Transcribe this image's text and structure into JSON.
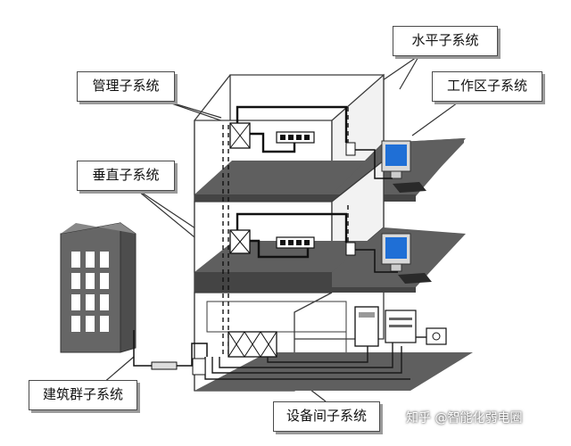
{
  "labels": {
    "horizontal": "水平子系统",
    "management": "管理子系统",
    "work_area": "工作区子系统",
    "vertical": "垂直子系统",
    "campus": "建筑群子系统",
    "equipment_room": "设备间子系统"
  },
  "watermark": "知乎 @智能化弱电圈",
  "colors": {
    "floor_fill": "#5f5f5f",
    "wall_stroke": "#3a3a3a",
    "cable": "#1a1a1a",
    "callout_border": "#4a4a4a",
    "screen_blue": "#1f6fd6",
    "tower_fill": "#666666"
  },
  "icons": [
    "patch-panel-icon",
    "jack-panel-icon",
    "wall-outlet-icon",
    "computer-icon",
    "server-rack-icon",
    "switch-cabinet-icon"
  ]
}
